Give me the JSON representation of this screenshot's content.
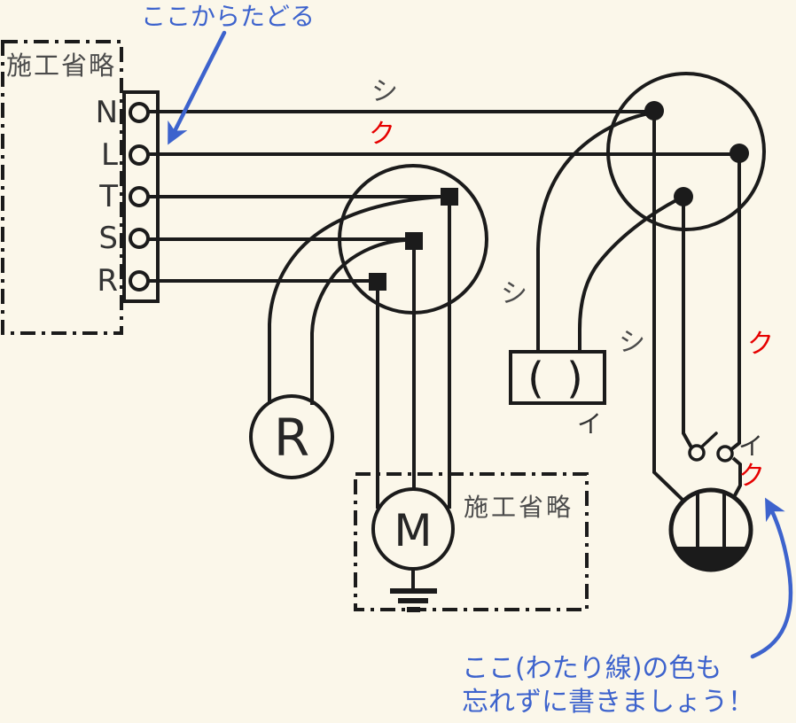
{
  "colors": {
    "background": "#fbf7ea",
    "line": "#1b1b1b",
    "gray_label": "#4b4b4b",
    "red_wire_label": "#e60000",
    "blue_annotation": "#3d63cd"
  },
  "annotations": {
    "start_hint": "ここからたどる",
    "jumper_note_line1": "ここ(わたり線)の色も",
    "jumper_note_line2": "忘れずに書きましょう！"
  },
  "source_panel": {
    "label": "施工省略",
    "terminals": [
      "N",
      "L",
      "T",
      "S",
      "R"
    ]
  },
  "motor_panel": {
    "label": "施工省略"
  },
  "devices": {
    "lamp_receptacle": "R",
    "motor": "M",
    "ceiling_rose_symbol": "( )"
  },
  "wire_labels": {
    "n_white": "シ",
    "l_black": "ク",
    "rose_white": "シ",
    "outlet_white": "シ",
    "switch_black": "ク",
    "rose_circuit": "イ",
    "switch_circuit": "イ",
    "jumper_black": "ク"
  }
}
